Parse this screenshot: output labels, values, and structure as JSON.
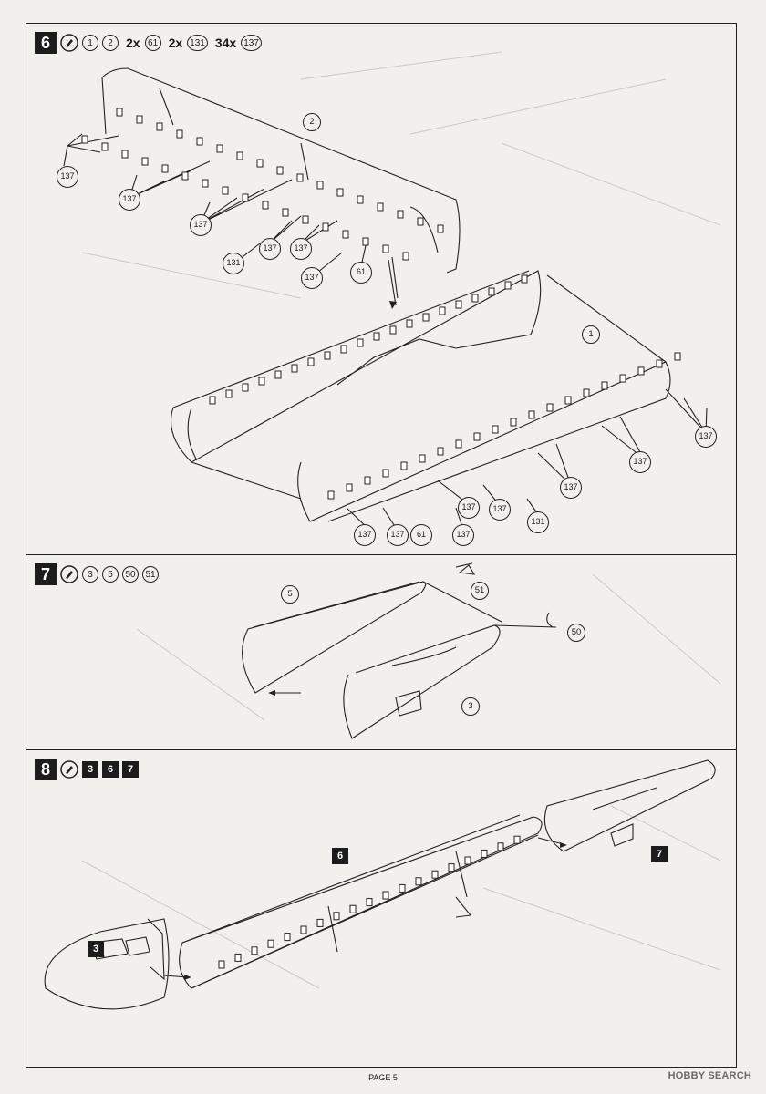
{
  "steps": [
    {
      "number": "6",
      "parts": [
        "1",
        "2"
      ],
      "quantities": [
        {
          "qty": "2x",
          "part": "61"
        },
        {
          "qty": "2x",
          "part": "131"
        },
        {
          "qty": "34x",
          "part": "137"
        }
      ],
      "callouts": [
        "2",
        "1",
        "137",
        "131",
        "61"
      ]
    },
    {
      "number": "7",
      "parts": [
        "3",
        "5",
        "50",
        "51"
      ],
      "callouts": [
        "5",
        "51",
        "50",
        "3"
      ]
    },
    {
      "number": "8",
      "subassemblies": [
        "3",
        "6",
        "7"
      ],
      "callouts": [
        "6",
        "7",
        "3"
      ]
    }
  ],
  "footer": {
    "page": "PAGE 5"
  },
  "watermark": {
    "brand": "HOBBY SEARCH"
  }
}
